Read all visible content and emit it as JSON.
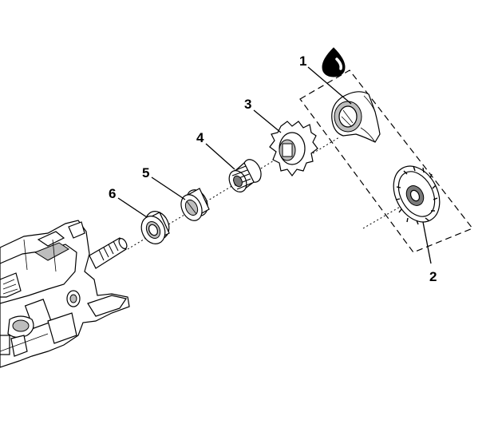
{
  "diagram": {
    "callouts": [
      {
        "id": "c1",
        "label": "1"
      },
      {
        "id": "c2",
        "label": "2"
      },
      {
        "id": "c3",
        "label": "3"
      },
      {
        "id": "c4",
        "label": "4"
      },
      {
        "id": "c5",
        "label": "5"
      },
      {
        "id": "c6",
        "label": "6"
      }
    ],
    "icons": {
      "fluid": "oil-drop-icon"
    },
    "colors": {
      "line": "#000000",
      "shade": "#bdbdbd",
      "background": "#ffffff"
    }
  }
}
